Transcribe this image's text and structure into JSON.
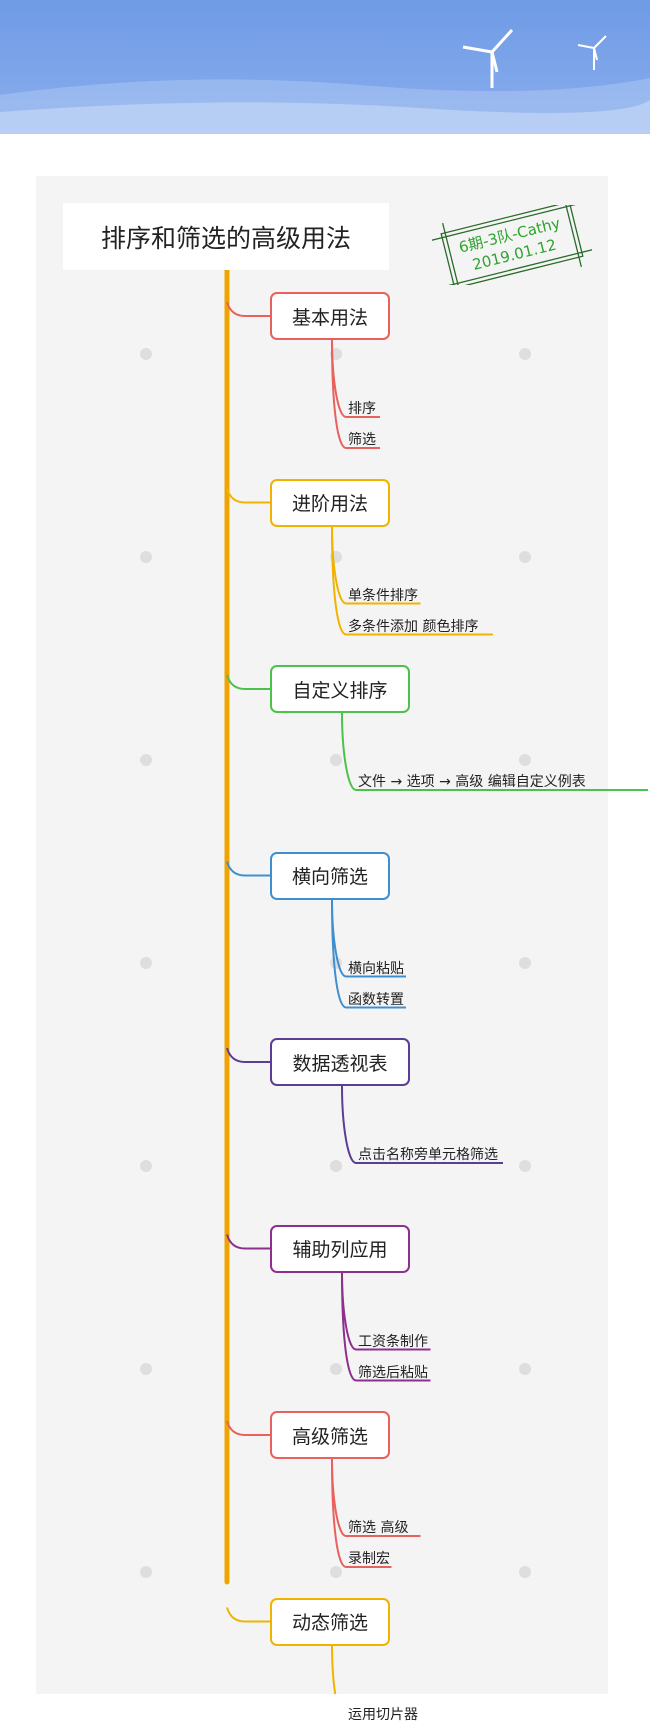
{
  "title": "排序和筛选的高级用法",
  "stamp": {
    "line1": "6期-3队-Cathy",
    "line2": "2019.01.12",
    "color": "#2ea32e"
  },
  "trunk_color": "#f0a400",
  "branches": [
    {
      "label": "基本用法",
      "color": "#e8615d",
      "children": [
        "排序",
        "筛选"
      ]
    },
    {
      "label": "进阶用法",
      "color": "#f0b400",
      "children": [
        "单条件排序",
        "多条件添加 颜色排序"
      ]
    },
    {
      "label": "自定义排序",
      "color": "#4cc24c",
      "children": [
        "文件 → 选项 → 高级 编辑自定义例表"
      ]
    },
    {
      "label": "横向筛选",
      "color": "#3f8fd0",
      "children": [
        "横向粘贴",
        "函数转置"
      ]
    },
    {
      "label": "数据透视表",
      "color": "#5b3d96",
      "children": [
        "点击名称旁单元格筛选"
      ]
    },
    {
      "label": "辅助列应用",
      "color": "#8e2f8e",
      "children": [
        "工资条制作",
        "筛选后粘贴"
      ]
    },
    {
      "label": "高级筛选",
      "color": "#e8615d",
      "children": [
        "筛选 高级",
        "录制宏"
      ]
    },
    {
      "label": "动态筛选",
      "color": "#f0b400",
      "children": [
        "运用切片器"
      ]
    }
  ]
}
